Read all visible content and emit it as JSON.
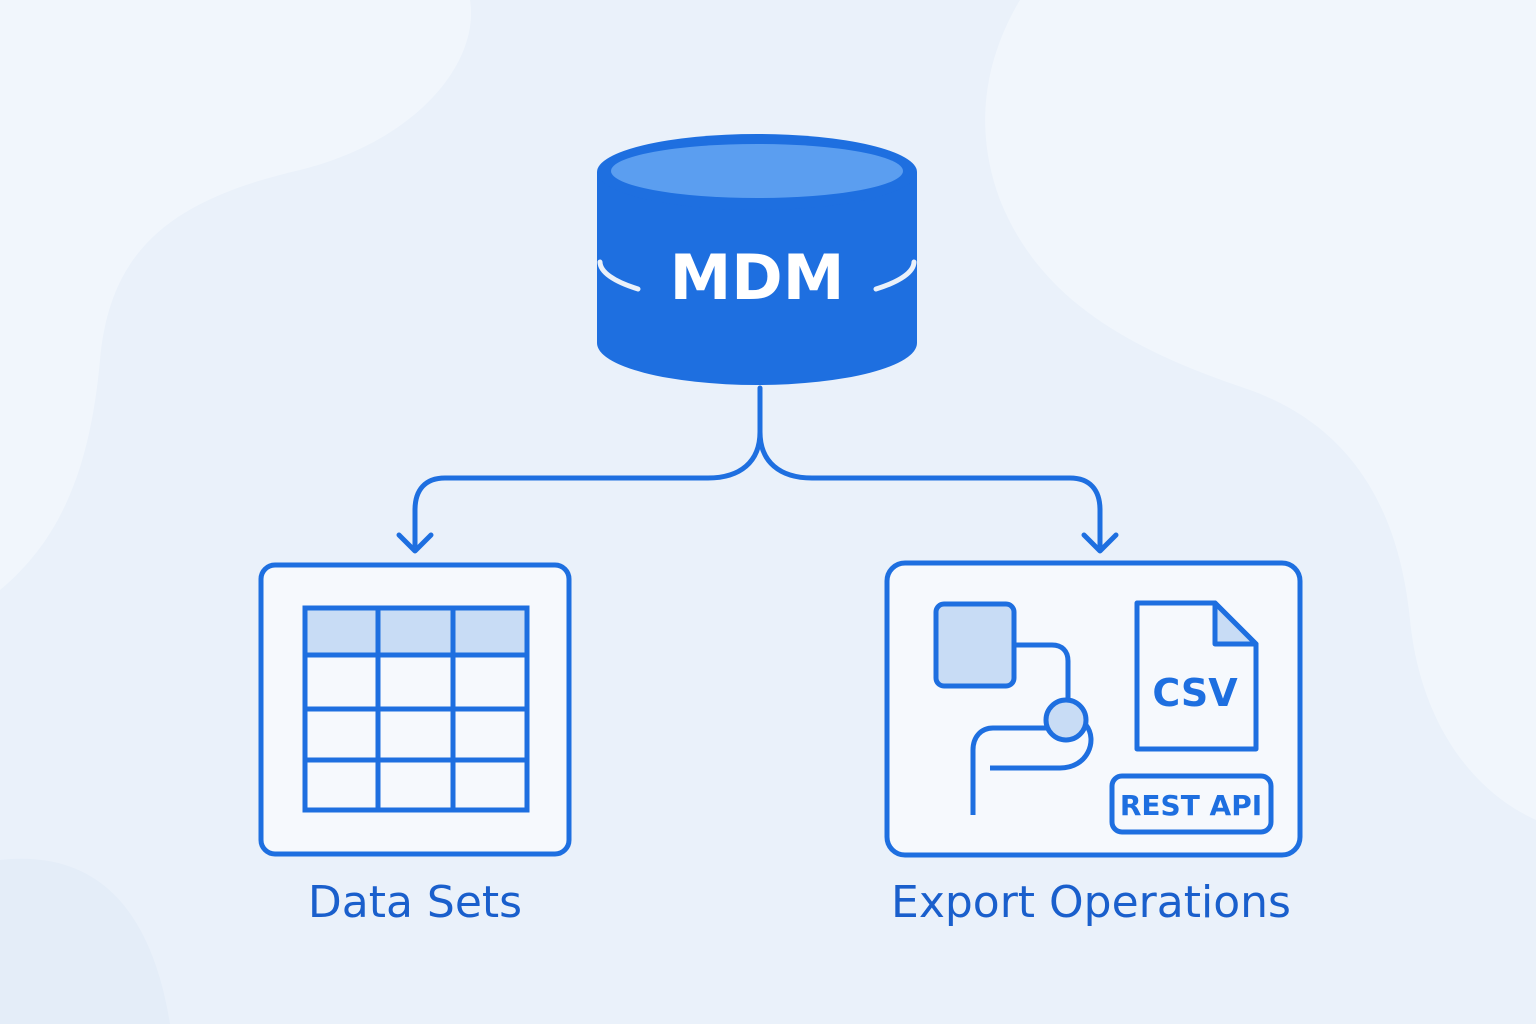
{
  "diagram": {
    "database": {
      "label": "MDM"
    },
    "nodes": [
      {
        "id": "data-sets",
        "label": "Data Sets"
      },
      {
        "id": "export-operations",
        "label": "Export Operations"
      }
    ],
    "export_badges": {
      "file": "CSV",
      "api": "REST API"
    }
  },
  "colors": {
    "background": "#eaf1fa",
    "blob": "#f1f6fc",
    "primary": "#1e6fe0",
    "primary_dark": "#1a5fcc",
    "cylinder_top": "#5b9ef0",
    "highlight_fill": "#c8dcf5",
    "card_fill": "#f6f9fd"
  },
  "icons": [
    "database-icon",
    "table-icon",
    "workflow-icon",
    "csv-file-icon"
  ]
}
